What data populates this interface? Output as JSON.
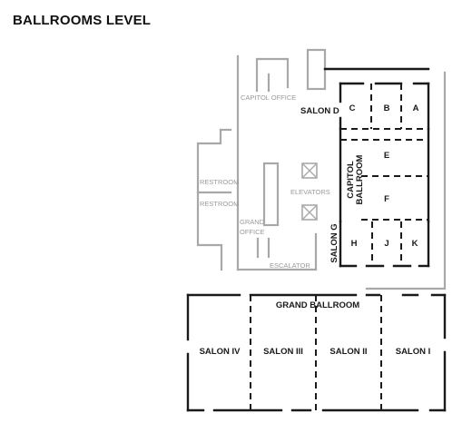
{
  "title": "BALLROOMS LEVEL",
  "upper_rooms": {
    "capitol_office": "CAPITOL OFFICE",
    "salon_d": "SALON D",
    "salon_c": "C",
    "salon_b": "B",
    "salon_a": "A",
    "salon_e": "E",
    "capitol_ballroom_line1": "CAPITOL",
    "capitol_ballroom_line2": "BALLROOM",
    "salon_f": "F",
    "salon_g": "SALON G",
    "salon_h": "H",
    "salon_j": "J",
    "salon_k": "K",
    "restroom_1": "RESTROOM",
    "restroom_2": "RESTROOM",
    "elevators": "ELEVATORS",
    "grand_office_line1": "GRAND",
    "grand_office_line2": "OFFICE",
    "escalator": "ESCALATOR"
  },
  "grand_ballroom": {
    "title": "GRAND BALLROOM",
    "salon_iv": "SALON IV",
    "salon_iii": "SALON III",
    "salon_ii": "SALON II",
    "salon_i": "SALON I"
  },
  "colors": {
    "dark_walls": "#1a1a1a",
    "gray_walls": "#a8a8a8",
    "gray_text": "#9a9a9a"
  }
}
